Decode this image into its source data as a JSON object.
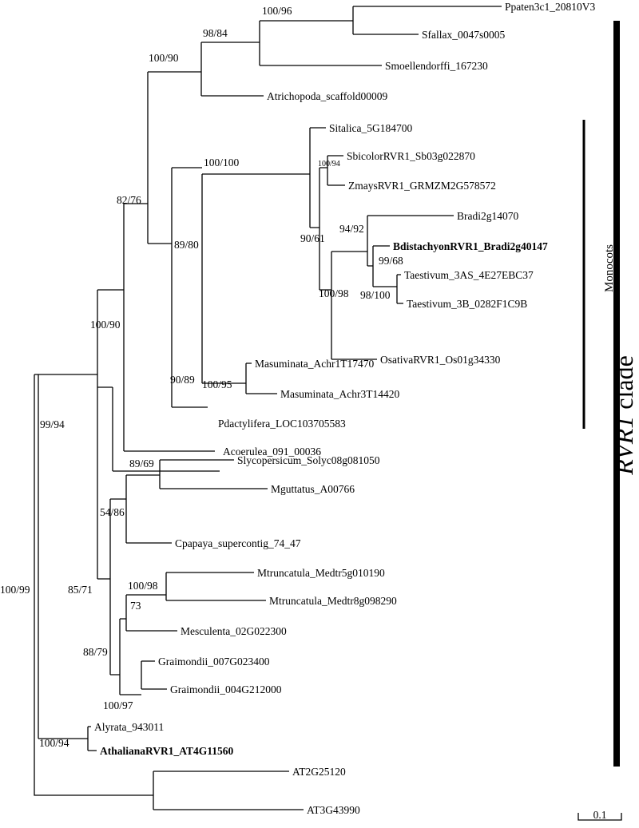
{
  "taxa": {
    "t_ppaten": "Ppaten3c1_20810V3",
    "t_sfallax": "Sfallax_0047s0005",
    "t_smoell": "Smoellendorffi_167230",
    "t_atricho": "Atrichopoda_scaffold00009",
    "t_sitalica": "Sitalica_5G184700",
    "t_sbicolor": "SbicolorRVR1_Sb03g022870",
    "t_zmays": "ZmaysRVR1_GRMZM2G578572",
    "t_bradi1": "Bradi2g14070",
    "t_bdist": "BdistachyonRVR1_Bradi2g40147",
    "t_taes3as": "Taestivum_3AS_4E27EBC37",
    "t_taes3b": "Taestivum_3B_0282F1C9B",
    "t_osativa": "OsativaRVR1_Os01g34330",
    "t_masum1": "Masuminata_Achr1T17470",
    "t_masum3": "Masuminata_Achr3T14420",
    "t_pdacty": "Pdactylifera_LOC103705583",
    "t_acoer": "Acoerulea_091_00036",
    "t_slyco": "Slycopersicum_Solyc08g081050",
    "t_mgutt": "Mguttatus_A00766",
    "t_cpapaya": "Cpapaya_supercontig_74_47",
    "t_mtrunc5": "Mtruncatula_Medtr5g010190",
    "t_mtrunc8": "Mtruncatula_Medtr8g098290",
    "t_mescul": "Mesculenta_02G022300",
    "t_grai007": "Graimondii_007G023400",
    "t_grai004": "Graimondii_004G212000",
    "t_alyrata": "Alyrata_943011",
    "t_athal": "AthalianaRVR1_AT4G11560",
    "t_at2g": "AT2G25120",
    "t_at3g": "AT3G43990"
  },
  "support": {
    "s1": "100/96",
    "s2": "98/84",
    "s3": "100/90",
    "s4": "100/94",
    "s5": "100/100",
    "s6": "82/76",
    "s7": "94/92",
    "s8": "90/61",
    "s9": "99/68",
    "s10": "89/80",
    "s11": "100/98",
    "s12": "98/100",
    "s13": "100/90",
    "s14": "90/89",
    "s15": "100/95",
    "s16": "99/94",
    "s17": "89/69",
    "s18": "54/86",
    "s19": "100/98",
    "s20": "85/71",
    "s21": "73",
    "s22": "100/99",
    "s23": "88/79",
    "s24": "100/97",
    "s25": "100/94"
  },
  "groups": {
    "monocots": "Monocots",
    "clade_name": "RVR1",
    "clade_word": " clade"
  },
  "scale": {
    "label": "0.1"
  }
}
